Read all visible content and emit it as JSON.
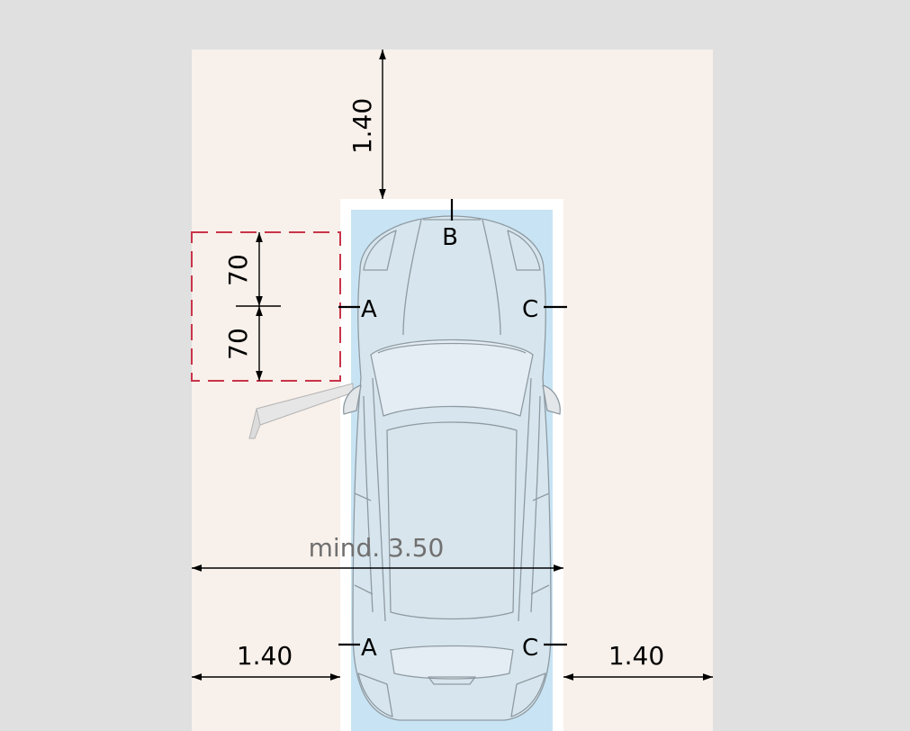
{
  "colors": {
    "background": "#e0e0e0",
    "floor": "#f8f0ea",
    "parking_space_border": "#ffffff",
    "parking_space_fill": "#c8e4f4",
    "car_outline": "#8f9aa2",
    "car_overlay": "#e3e7ea",
    "door_fill": "#dcdcdc",
    "dashed_box": "#c8344a",
    "dimension_lines": "#000000",
    "overlay_text": "#707070"
  },
  "labels": {
    "top_clearance": "1.40",
    "left_clearance": "1.40",
    "right_clearance": "1.40",
    "total_width": "mind. 3.50",
    "door_upper": "70",
    "door_lower": "70",
    "marker_a_top": "A",
    "marker_a_bottom": "A",
    "marker_b": "B",
    "marker_c_top": "C",
    "marker_c_bottom": "C"
  }
}
